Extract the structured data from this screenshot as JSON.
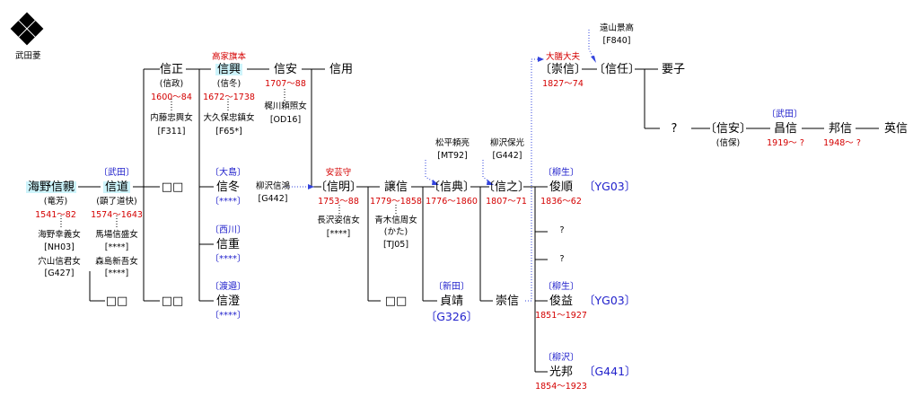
{
  "crest": {
    "label": "武田菱"
  },
  "people": {
    "unno_nobuchika": {
      "name": "海野信親",
      "alias": "(竜芳)",
      "years": "1541〜82"
    },
    "unno_wife1": {
      "name": "海野幸義女",
      "ref": "[NH03]"
    },
    "unno_wife2": {
      "name": "穴山信君女",
      "ref": "[G427]"
    },
    "nobumichi": {
      "clan": "〔武田〕",
      "name": "信道",
      "alias": "(顕了道快)",
      "years": "1574〜1643"
    },
    "nobumichi_wife1": {
      "name": "馬場信盛女",
      "ref": "[****]"
    },
    "nobumichi_wife2": {
      "name": "森島新吾女",
      "ref": "[****]"
    },
    "nobumasa": {
      "name": "信正",
      "alias": "(信政)",
      "years": "1600〜84"
    },
    "nobumasa_wife": {
      "name": "内藤忠興女",
      "ref": "[F311]"
    },
    "nobuoki": {
      "title": "高家旗本",
      "name": "信興",
      "alias": "(信冬)",
      "years": "1672〜1738"
    },
    "nobuoki_wife": {
      "name": "大久保忠鎮女",
      "ref": "[F65*]"
    },
    "nobuyasu": {
      "name": "信安",
      "years": "1707〜88"
    },
    "nobuyasu_wife": {
      "name": "梶川頼照女",
      "ref": "[OD16]"
    },
    "nobuyo": {
      "name": "信用"
    },
    "mid_unknown": {
      "name": "□□"
    },
    "bottom_unknown1": {
      "name": "□□"
    },
    "bottom_unknown2": {
      "name": "□□"
    },
    "nobufuyu": {
      "clan": "〔大島〕",
      "name": "信冬",
      "ref": "〔****〕"
    },
    "nobushige": {
      "clan": "〔西川〕",
      "name": "信重",
      "ref": "〔****〕"
    },
    "nobuzumi": {
      "clan": "〔渡邉〕",
      "name": "信澄",
      "ref": "〔****〕"
    },
    "yanagisawa_nobuhiro": {
      "name": "柳沢信鴻",
      "ref": "[G442]"
    },
    "nobuaki": {
      "title": "安芸守",
      "name": "〔信明〕",
      "years": "1753〜88"
    },
    "nobuaki_wife": {
      "name": "長沢姿信女",
      "ref": "[****]"
    },
    "yuzunobu": {
      "name": "譲信",
      "years": "1779〜1858"
    },
    "yuzunobu_wife": {
      "name": "青木信周女",
      "alias": "(かた)",
      "ref": "[TJ05]"
    },
    "bottom_unknown3": {
      "name": "□□"
    },
    "matsudaira": {
      "name": "松平頼亮",
      "ref": "[MT92]"
    },
    "nobunori": {
      "name": "〔信典〕",
      "years": "1776〜1860"
    },
    "teisei": {
      "clan": "〔新田〕",
      "name": "貞靖",
      "ref": "〔G326〕"
    },
    "yanagisawa_yasumitsu": {
      "name": "柳沢保光",
      "ref": "[G442]"
    },
    "nobuyuki": {
      "name": "〔信之〕",
      "years": "1807〜71"
    },
    "takanobu_lower": {
      "name": "崇信"
    },
    "toyama": {
      "name": "遠山景高",
      "ref": "[F840]"
    },
    "takanobu": {
      "title": "大膳大夫",
      "name": "〔崇信〕",
      "years": "1827〜74"
    },
    "nobutada": {
      "name": "〔信任〕"
    },
    "yoshiko": {
      "name": "要子"
    },
    "q_main": {
      "name": "?"
    },
    "nobuyasu2": {
      "name": "〔信安〕",
      "alias": "(信保)"
    },
    "akinobu": {
      "clan": "〔武田〕",
      "name": "昌信",
      "years": "1919〜 ?"
    },
    "kuninobu": {
      "name": "邦信",
      "years": "1948〜 ?"
    },
    "hidenobu": {
      "name": "英信"
    },
    "toshiyori": {
      "clan": "〔柳生〕",
      "name": "俊順",
      "ref": "〔YG03〕",
      "years": "1836〜62"
    },
    "q1": {
      "name": "?"
    },
    "q2": {
      "name": "?"
    },
    "toshimasu": {
      "clan": "〔柳生〕",
      "name": "俊益",
      "ref": "〔YG03〕",
      "years": "1851〜1927"
    },
    "mitsukuni": {
      "clan": "〔柳沢〕",
      "name": "光邦",
      "ref": "〔G441〕",
      "years": "1854〜1923"
    }
  }
}
